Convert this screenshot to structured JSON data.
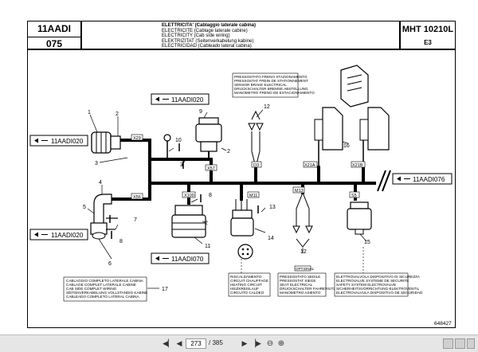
{
  "header": {
    "code_top": "11AADI",
    "code_bottom": "075",
    "title_lines": [
      "ELETTRICITA' (Cablaggio laterale cabina)",
      "ELECTRICITE (Cablage laterale cabine)",
      "ELECTRICITY (Cab side wiring)",
      "ELEKTRIZITAT (Seitenverkabelung kabine)",
      "ELECTRICIDAD (Cableado lateral cabina)"
    ],
    "model": "MHT 10210L",
    "section": "E3"
  },
  "refs": {
    "left_top": "11AADI020",
    "left_bottom": "11AADI020",
    "center_top": "11AADI020",
    "center_bottom": "11AADI070",
    "right": "11AADI076"
  },
  "connectors": [
    "X29",
    "X57",
    "X56",
    "X100",
    "M11",
    "M13",
    "S5",
    "D3",
    "X21A",
    "X21B"
  ],
  "part_numbers": [
    "1",
    "2",
    "3",
    "4",
    "5",
    "6",
    "7",
    "8",
    "9",
    "10",
    "11",
    "12",
    "13",
    "14",
    "15",
    "16",
    "17"
  ],
  "notes": {
    "parking_brake": [
      "PRESSOSTATO FRENO STAZIONAMENTO",
      "PRESSOSTAT FREIN DE STATIONNEMENT",
      "SENSOR BRAKE ELECTRICAL",
      "DRUCKSCHALTER BREMSE ABSTELLUNG",
      "MANOMETRO FRENO DE ESTACIONAMIENTO"
    ],
    "seat": [
      "PRESSOSTATO SEDILE",
      "PRESSOSTAT SIEGE",
      "SEAT ELECTRICAL",
      "DRUCKSCHALTER FAHRERSITZ",
      "MANOMETRO ASIENTO"
    ],
    "optional": "OPTIONAL",
    "heating": [
      "RISCALDAMENTO",
      "CIRCUIT CHAUFFAGE",
      "HEATING CIRCUIT",
      "HEIZKREISLAUF",
      "CIRCUITO CALDEO"
    ],
    "safety_valve": [
      "ELETTROVALVOLA DISPOSITIVO DI SICUREZZA",
      "ELECTROVALVE SYSTEME DE SECURITE",
      "SAFETY SYSTEM ELECTROVALVE",
      "SICHERHEITSVORRICHTUNG-ELEKTROVENTIL",
      "ELECTROVALVULA DISPOSITIVO DE SEGURIDAD"
    ],
    "complete_wiring": [
      "CABLAGGIO COMPLETO LATERALE CABINA",
      "CABLAGE COMPLET LATERALE CABINE",
      "CAB SIDE COMPLET WIRING",
      "SEITENVERKABELUNG VOLLSTANDIG KABINE",
      "CABLEADO COMPLETO LATERAL CABINA"
    ]
  },
  "drawing_number": "648427",
  "viewer": {
    "current_page": "273",
    "total_pages": "/ 385"
  }
}
